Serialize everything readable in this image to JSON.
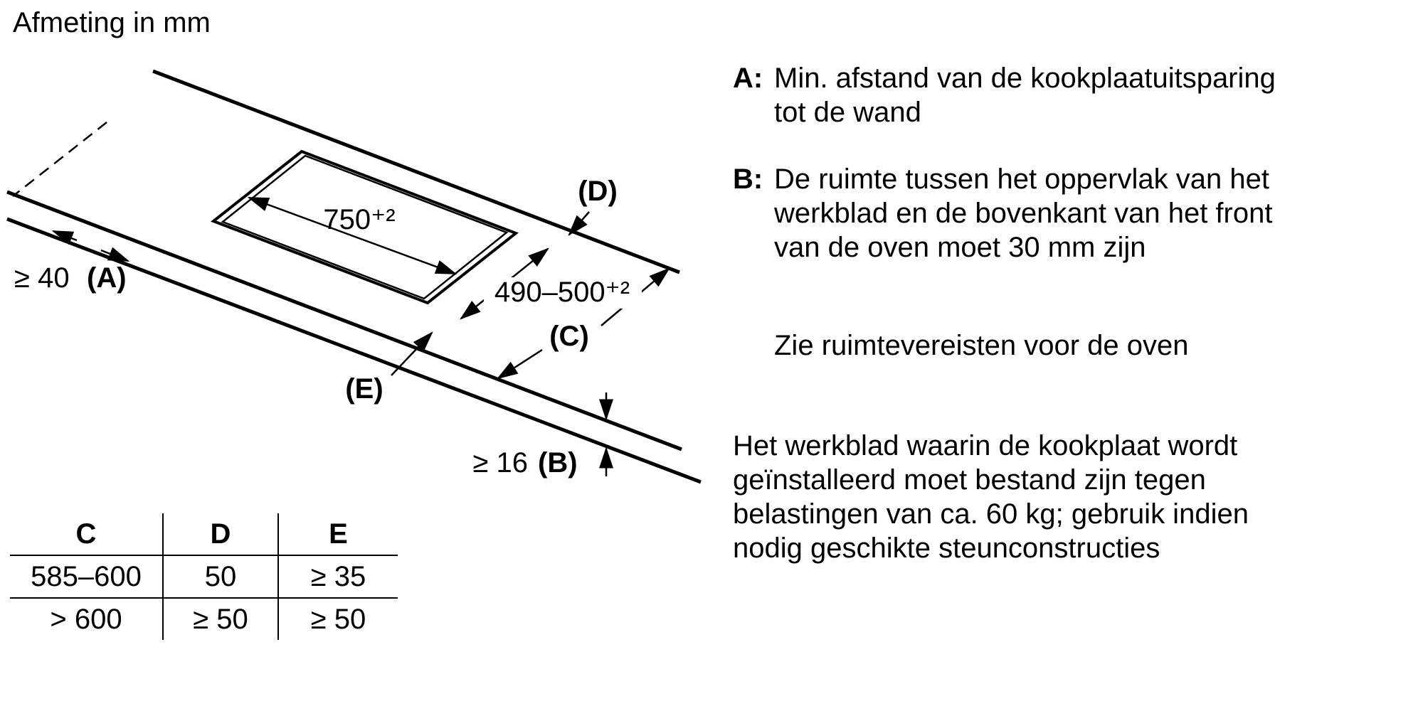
{
  "title": "Afmeting in mm",
  "diagram": {
    "dim_width": "750⁺²",
    "dim_depth": "490–500⁺²",
    "dim_a_value": "≥ 40",
    "dim_a_key": "(A)",
    "dim_b_value": "≥ 16",
    "dim_b_key": "(B)",
    "key_c": "(C)",
    "key_d": "(D)",
    "key_e": "(E)"
  },
  "table": {
    "headers": [
      "C",
      "D",
      "E"
    ],
    "rows": [
      [
        "585–600",
        "50",
        "≥ 35"
      ],
      [
        "> 600",
        "≥ 50",
        "≥ 50"
      ]
    ]
  },
  "notes": {
    "a_key": "A:",
    "a_text": "Min. afstand van de kookplaatuitsparing\ntot de wand",
    "b_key": "B:",
    "b_text": "De ruimte tussen het oppervlak van het\nwerkblad en de bovenkant van het front\nvan de oven moet 30 mm zijn",
    "oven_note": "Zie ruimtevereisten voor de oven",
    "load_note": "Het werkblad waarin de kookplaat wordt\ngeïnstalleerd moet bestand zijn tegen\nbelastingen van ca. 60 kg; gebruik indien\nnodig geschikte steunconstructies"
  }
}
